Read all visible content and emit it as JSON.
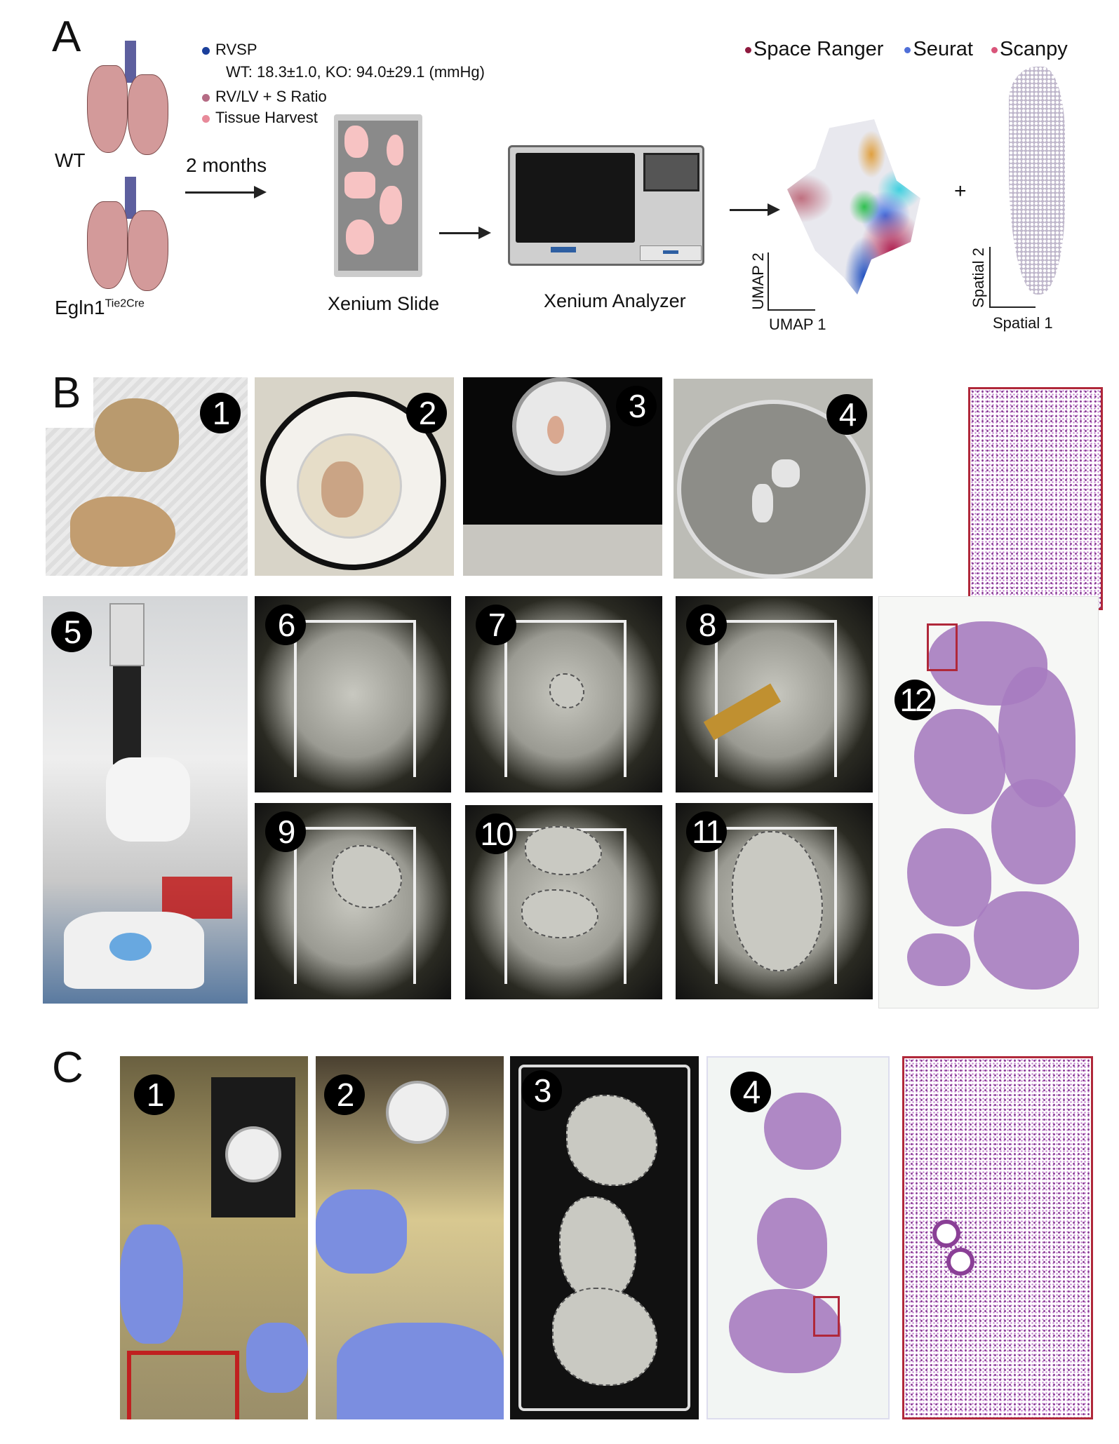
{
  "panels": {
    "a": "A",
    "b": "B",
    "c": "C"
  },
  "panel_a": {
    "measurements": [
      {
        "label": "RVSP",
        "color": "#1b3f9b"
      },
      {
        "label": "RV/LV + S Ratio",
        "color": "#b56b84"
      },
      {
        "label": "Tissue Harvest",
        "color": "#e88a9a"
      }
    ],
    "rvsp_values": "WT: 18.3±1.0, KO: 94.0±29.1 (mmHg)",
    "wt_label": "WT",
    "ko_label": "Egln1",
    "ko_superscript": "Tie2Cre",
    "duration": "2 months",
    "slide_label": "Xenium Slide",
    "analyzer_label": "Xenium Analyzer",
    "tools": [
      {
        "label": "Space Ranger",
        "color": "#8e1a3e"
      },
      {
        "label": "Seurat",
        "color": "#4f6fd8"
      },
      {
        "label": "Scanpy",
        "color": "#d9557a"
      }
    ],
    "umap_x": "UMAP 1",
    "umap_y": "UMAP 2",
    "plus": "+",
    "spatial_x": "Spatial 1",
    "spatial_y": "Spatial 2"
  },
  "panel_b": {
    "steps": [
      "1",
      "2",
      "3",
      "4",
      "5",
      "6",
      "7",
      "8",
      "9",
      "10",
      "11",
      "12"
    ]
  },
  "panel_c": {
    "steps": [
      "1",
      "2",
      "3",
      "4"
    ]
  }
}
